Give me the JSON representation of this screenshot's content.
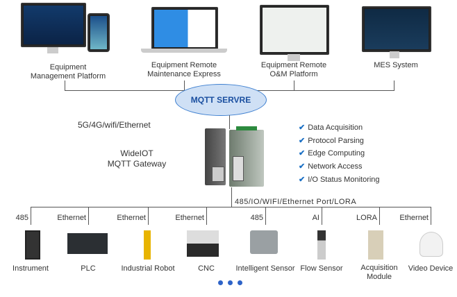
{
  "platforms": [
    {
      "label": "Equipment\nManagement Platform",
      "line1": "Equipment",
      "line2": "Management Platform"
    },
    {
      "line1": "Equipment Remote",
      "line2": "Maintenance Express"
    },
    {
      "line1": "Equipment Remote",
      "line2": "O&M Platform"
    },
    {
      "line1": "MES System",
      "line2": ""
    }
  ],
  "cloud_label": "MQTT SERVRE",
  "uplink_label": "5G/4G/wifi/Ethernet",
  "gateway": {
    "line1": "WideIOT",
    "line2": "MQTT Gateway"
  },
  "features": [
    "Data Acquisition",
    "Protocol Parsing",
    "Edge Computing",
    "Network Access",
    "I/O Status Monitoring"
  ],
  "downlink_label": "485/IO/WIFI/Ethernet Port/LORA",
  "devices": [
    {
      "port": "485",
      "name": "Instrument"
    },
    {
      "port": "Ethernet",
      "name": "PLC"
    },
    {
      "port": "Ethernet",
      "name": "Industrial Robot"
    },
    {
      "port": "Ethernet",
      "name": "CNC"
    },
    {
      "port": "485",
      "name": "Intelligent Sensor"
    },
    {
      "port": "AI",
      "name": "Flow Sensor"
    },
    {
      "port": "LORA",
      "name": "Acquisition\nModule",
      "name1": "Acquisition",
      "name2": "Module"
    },
    {
      "port": "Ethernet",
      "name": "Video Device"
    }
  ],
  "colors": {
    "accent": "#1a6fc4",
    "cloud": "#cfe0f5",
    "dots": "#2e63c8"
  }
}
